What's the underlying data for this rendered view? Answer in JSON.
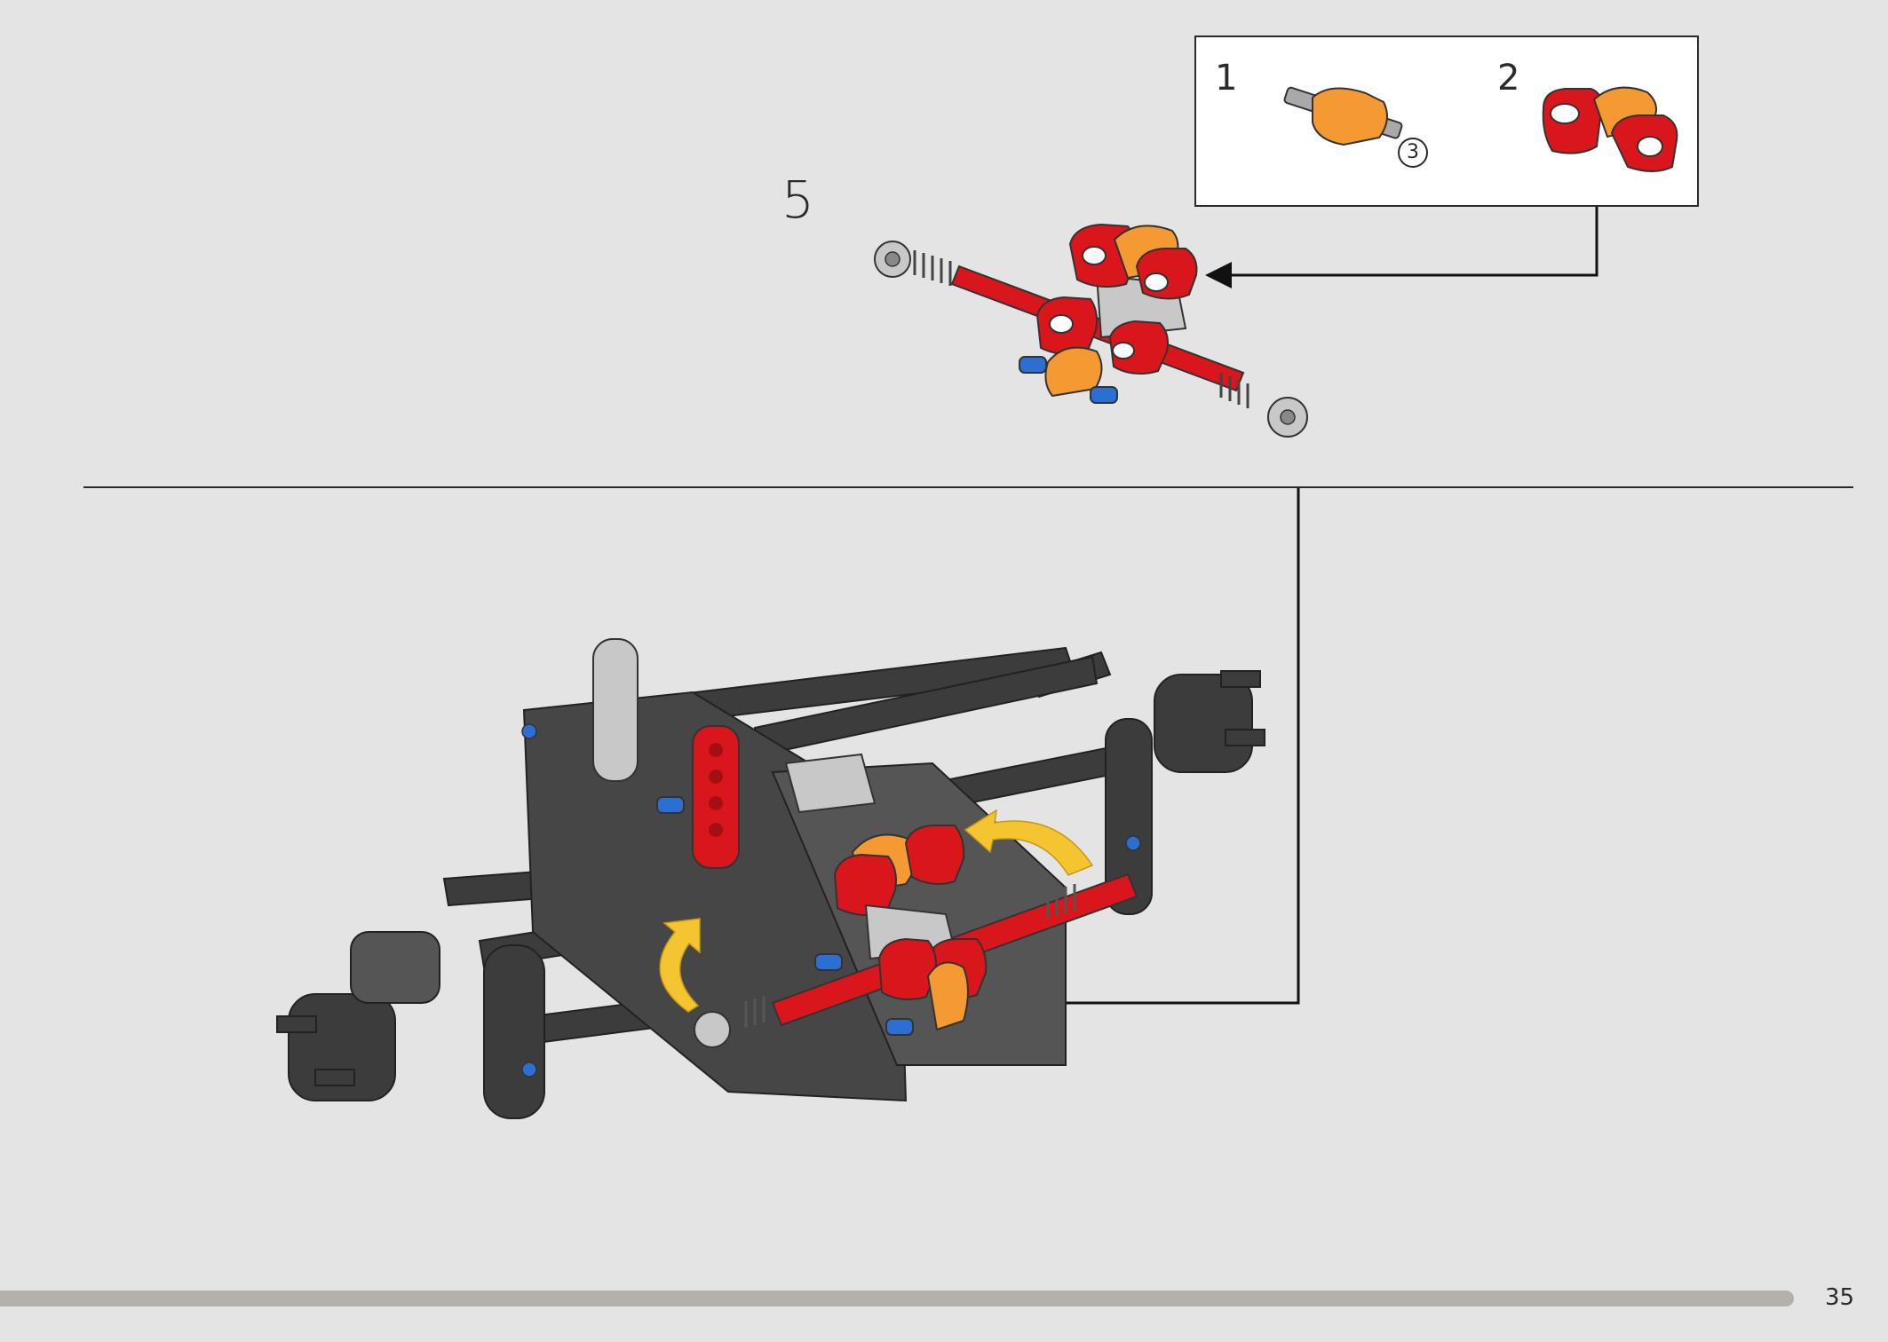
{
  "step": {
    "number": "5"
  },
  "sub_assembly": {
    "steps": [
      {
        "label": "1",
        "quantity": "3"
      },
      {
        "label": "2"
      }
    ]
  },
  "page": {
    "number": "35",
    "progress": 0.95
  },
  "colors": {
    "background": "#e4e4e4",
    "red": "#d9161b",
    "orange": "#f59a32",
    "dark_gray": "#3c3c3c",
    "light_gray": "#c8c8c8",
    "blue": "#2a6fd1",
    "yellow": "#f5c531",
    "line": "#2a2a2a"
  }
}
